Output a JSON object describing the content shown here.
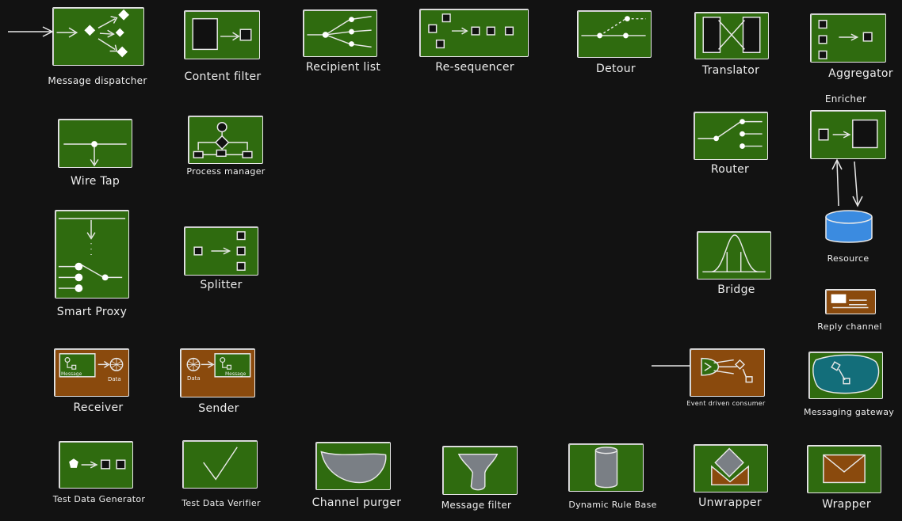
{
  "labels": {
    "message_dispatcher": "Message dispatcher",
    "content_filter": "Content filter",
    "recipient_list": "Recipient list",
    "re_sequencer": "Re-sequencer",
    "detour": "Detour",
    "translator": "Translator",
    "aggregator": "Aggregator",
    "enricher": "Enricher",
    "wire_tap": "Wire Tap",
    "process_manager": "Process manager",
    "router": "Router",
    "resource": "Resource",
    "smart_proxy": "Smart Proxy",
    "splitter": "Splitter",
    "bridge": "Bridge",
    "reply_channel": "Reply channel",
    "receiver": "Receiver",
    "sender": "Sender",
    "event_driven_consumer": "Event driven consumer",
    "messaging_gateway": "Messaging gateway",
    "test_data_generator": "Test Data Generator",
    "test_data_verifier": "Test Data Verifier",
    "channel_purger": "Channel purger",
    "message_filter": "Message filter",
    "dynamic_rule_base": "Dynamic Rule Base",
    "unwrapper": "Unwrapper",
    "wrapper": "Wrapper"
  },
  "inner_text": {
    "message": "Message",
    "data": "Data"
  },
  "colors": {
    "background": "#121212",
    "green": "#2f6b0f",
    "brown": "#8a4a0d",
    "teal": "#136e7a",
    "blue": "#3b8be0",
    "stroke": "#e8e8e8",
    "gray": "#7a7f85"
  }
}
